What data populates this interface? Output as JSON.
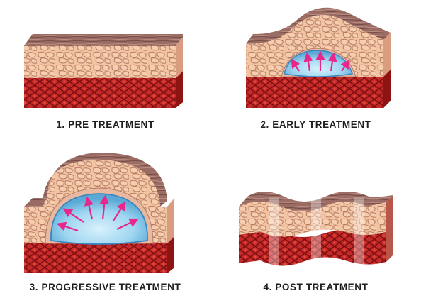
{
  "colors": {
    "skin": "#f3c4a2",
    "skin_line": "#a86b55",
    "skin_top": "#8a5e57",
    "tissue": "#c62a29",
    "tissue_dark": "#8e1414",
    "fluid": "#8fd0ef",
    "fluid_edge": "#3a86c0",
    "arrow": "#e8268c"
  },
  "stages": [
    {
      "caption": "1. PRE TREATMENT"
    },
    {
      "caption": "2. EARLY TREATMENT"
    },
    {
      "caption": "3. PROGRESSIVE TREATMENT"
    },
    {
      "caption": "4. POST TREATMENT"
    }
  ]
}
